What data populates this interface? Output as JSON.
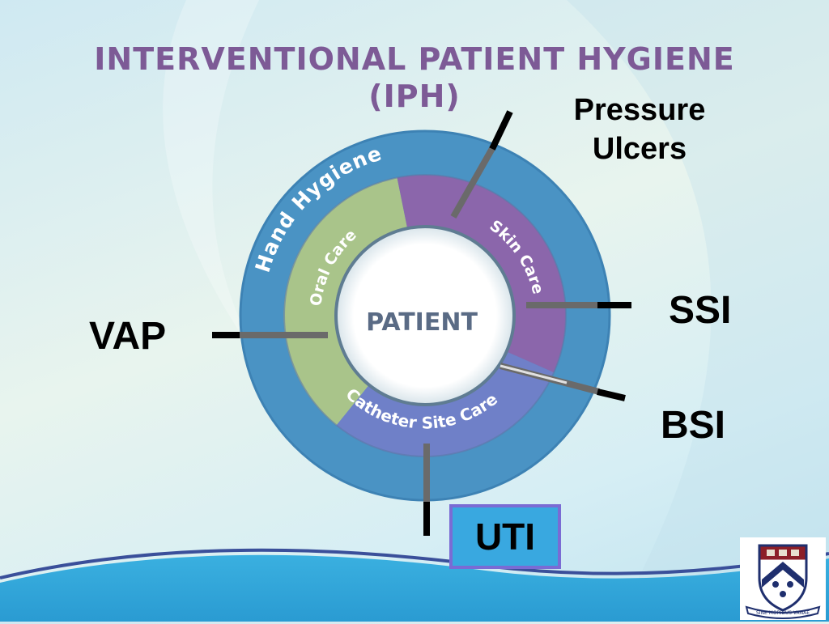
{
  "title": {
    "line1": "INTERVENTIONAL PATIENT HYGIENE",
    "line2": "(IPH)"
  },
  "center_label": "PATIENT",
  "rings": {
    "outer": "Hand Hygiene",
    "oral": "Oral Care",
    "skin": "Skin Care",
    "catheter": "Catheter Site Care"
  },
  "outcomes": {
    "pressure_line1": "Pressure",
    "pressure_line2": "Ulcers",
    "ssi": "SSI",
    "vap": "VAP",
    "bsi": "BSI",
    "uti": "UTI"
  },
  "logo": {
    "icon": "university-shield-crest-icon",
    "motto": "SINE MORIBUS VANAE"
  },
  "colors": {
    "title": "#7d5a96",
    "outer_ring": "#4a93c4",
    "oral_care": "#a9c48a",
    "skin_care": "#8b66ab",
    "catheter_care": "#6f80c8",
    "uti_box": "#39a8e0"
  }
}
